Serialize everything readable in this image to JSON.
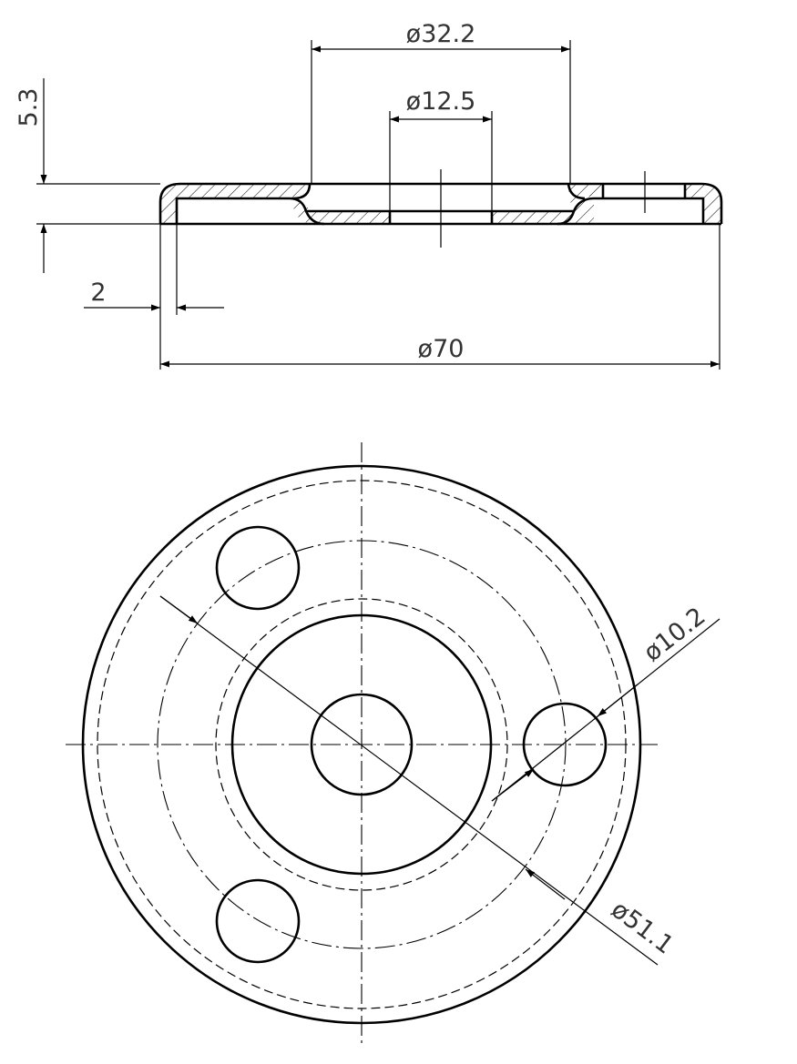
{
  "drawing": {
    "side_view": {
      "dims": {
        "outer_diameter": "ø70",
        "boss_diameter": "ø32.2",
        "hole_diameter": "ø12.5",
        "wall": "2",
        "height": "5.3"
      }
    },
    "top_view": {
      "dims": {
        "bolt_circle": "ø51.1",
        "bolt_hole": "ø10.2"
      }
    }
  }
}
